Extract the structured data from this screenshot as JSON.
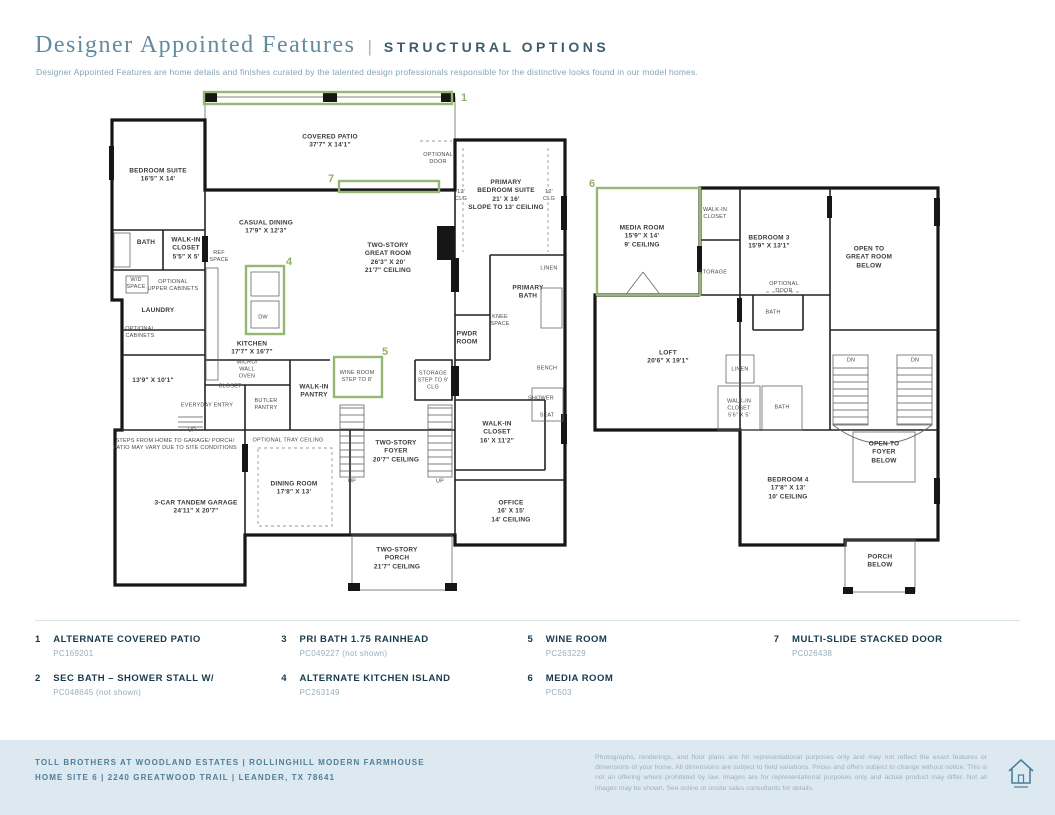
{
  "header": {
    "title_serif": "Designer Appointed Features",
    "divider": "|",
    "title_caps": "STRUCTURAL OPTIONS",
    "subtitle": "Designer Appointed Features are home details and finishes curated by the talented design professionals responsible for the distinctive looks found in our model homes."
  },
  "colors": {
    "accent_green": "#94b873",
    "title_blue": "#628b9f",
    "caps_blue": "#3e5d6e",
    "legend_dark": "#173a4d",
    "legend_code": "#97aebc",
    "footer_bg": "#dde9f1",
    "footer_text": "#4d7e9a",
    "wall": "#161616"
  },
  "floor1": {
    "markers": [
      {
        "num": "1"
      },
      {
        "num": "7"
      },
      {
        "num": "4"
      },
      {
        "num": "5"
      }
    ],
    "labels": [
      {
        "text": "COVERED PATIO\n37'7\" X 14'1\""
      },
      {
        "text": "BEDROOM SUITE\n16'5\" X 14'"
      },
      {
        "text": "OPTIONAL\nDOOR"
      },
      {
        "text": "PRIMARY\nBEDROOM SUITE\n21' X 16'\nSLOPE TO 13' CEILING"
      },
      {
        "text": "12'\nCLG"
      },
      {
        "text": "12'\nCLG"
      },
      {
        "text": "CASUAL DINING\n17'9\" X 12'3\""
      },
      {
        "text": "TWO-STORY\nGREAT ROOM\n26'3\" X 20'\n21'7\" CEILING"
      },
      {
        "text": "BATH"
      },
      {
        "text": "WALK-IN\nCLOSET\n5'5\" X 5'"
      },
      {
        "text": "W/D\nSPACE"
      },
      {
        "text": "OPTIONAL\nUPPER CABINETS"
      },
      {
        "text": "LAUNDRY"
      },
      {
        "text": "OPTIONAL\nCABINETS"
      },
      {
        "text": "REF\nSPACE"
      },
      {
        "text": "LINEN"
      },
      {
        "text": "PRIMARY\nBATH"
      },
      {
        "text": "KNEE\nSPACE"
      },
      {
        "text": "PWDR\nROOM"
      },
      {
        "text": "KITCHEN\n17'7\" X 16'7\""
      },
      {
        "text": "MICRO/\nWALL\nOVEN"
      },
      {
        "text": "DW"
      },
      {
        "text": "WINE ROOM\nSTEP TO 8'"
      },
      {
        "text": "STORAGE\nSTEP TO 9'\nCLG"
      },
      {
        "text": "BENCH"
      },
      {
        "text": "SHOWER"
      },
      {
        "text": "SEAT"
      },
      {
        "text": "WALK-IN\nCLOSET\n16' X 11'2\""
      },
      {
        "text": "WALK-IN\nPANTRY"
      },
      {
        "text": "BUTLER\nPANTRY"
      },
      {
        "text": "CLOSET"
      },
      {
        "text": "EVERYDAY ENTRY"
      },
      {
        "text": "OPTIONAL TRAY CEILING"
      },
      {
        "text": "13'9\" X 10'1\""
      },
      {
        "text": "UP"
      },
      {
        "text": "STEPS FROM HOME TO GARAGE/ PORCH/\nPATIO MAY VARY DUE TO SITE CONDITIONS"
      },
      {
        "text": "3-CAR TANDEM GARAGE\n24'11\" X 20'7\""
      },
      {
        "text": "DINING ROOM\n17'8\" X 13'"
      },
      {
        "text": "TWO-STORY\nFOYER\n20'7\" CEILING"
      },
      {
        "text": "UP"
      },
      {
        "text": "UP"
      },
      {
        "text": "OFFICE\n16' X 15'\n14' CEILING"
      },
      {
        "text": "TWO-STORY\nPORCH\n21'7\" CEILING"
      }
    ]
  },
  "floor2": {
    "markers": [
      {
        "num": "6"
      }
    ],
    "labels": [
      {
        "text": "MEDIA ROOM\n15'9\" X 14'\n9' CEILING"
      },
      {
        "text": "WALK-IN\nCLOSET"
      },
      {
        "text": "STORAGE"
      },
      {
        "text": "BEDROOM 3\n15'9\" X 13'1\""
      },
      {
        "text": "OPEN TO\nGREAT ROOM\nBELOW"
      },
      {
        "text": "OPTIONAL\nDOOR"
      },
      {
        "text": "BATH"
      },
      {
        "text": "LOFT\n20'6\" X 19'1\""
      },
      {
        "text": "LINEN"
      },
      {
        "text": "WALK-IN\nCLOSET\n5'6\" X 5'"
      },
      {
        "text": "BATH"
      },
      {
        "text": "DN"
      },
      {
        "text": "DN"
      },
      {
        "text": "OPEN TO\nFOYER\nBELOW"
      },
      {
        "text": "BEDROOM 4\n17'8\" X 13'\n10' CEILING"
      },
      {
        "text": "PORCH\nBELOW"
      }
    ]
  },
  "legend": {
    "items": [
      {
        "number": "1",
        "title": "ALTERNATE COVERED PATIO",
        "code": "PC169201"
      },
      {
        "number": "2",
        "title": "SEC BATH – SHOWER STALL W/",
        "code": "PC048645 (not shown)"
      },
      {
        "number": "3",
        "title": "PRI BATH 1.75 RAINHEAD",
        "code": "PC049227 (not shown)"
      },
      {
        "number": "4",
        "title": "ALTERNATE KITCHEN ISLAND",
        "code": "PC263149"
      },
      {
        "number": "5",
        "title": "WINE ROOM",
        "code": "PC263229"
      },
      {
        "number": "6",
        "title": "MEDIA ROOM",
        "code": "PC503"
      },
      {
        "number": "7",
        "title": "MULTI-SLIDE STACKED DOOR",
        "code": "PC026438"
      }
    ]
  },
  "footer": {
    "line1": "TOLL BROTHERS AT WOODLAND ESTATES  |  ROLLINGHILL MODERN FARMHOUSE",
    "line2": "HOME SITE 6  |  2240 GREATWOOD TRAIL  |  LEANDER, TX 78641",
    "disclaimer": "Photographs, renderings, and floor plans are for representational purposes only and may not reflect the exact features or dimensions of your home. All dimensions are subject to field variations. Prices and offers subject to change without notice. This is not an offering where prohibited by law. Images are for representational purposes only and actual product may differ. Not all images may be shown. See online or onsite sales consultants for details."
  }
}
